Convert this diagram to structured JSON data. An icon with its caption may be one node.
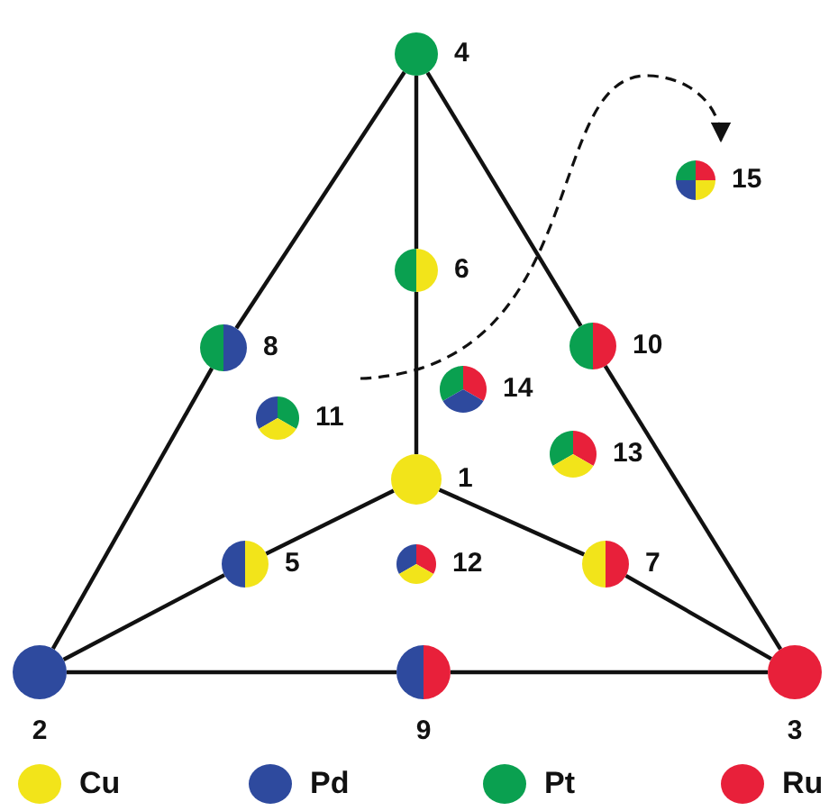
{
  "diagram": {
    "nodes": [
      {
        "text": [
          "4"
        ]
      },
      {
        "text": [
          "6"
        ]
      },
      {
        "text": [
          "15"
        ]
      },
      {
        "text": [
          "8"
        ]
      },
      {
        "text": [
          "10"
        ]
      },
      {
        "text": [
          "14"
        ]
      },
      {
        "text": [
          "11"
        ]
      },
      {
        "text": [
          "13"
        ]
      },
      {
        "text": [
          "1"
        ]
      },
      {
        "text": [
          "5"
        ]
      },
      {
        "text": [
          "12"
        ]
      },
      {
        "text": [
          "7"
        ]
      },
      {
        "text": [
          "2"
        ]
      },
      {
        "text": [
          "9"
        ]
      },
      {
        "text": [
          "3"
        ]
      }
    ],
    "edges": [
      {
        "from": 0,
        "to": 3,
        "arrow": "none"
      },
      {
        "from": 3,
        "to": 12,
        "arrow": "none"
      },
      {
        "from": 0,
        "to": 4,
        "arrow": "none"
      },
      {
        "from": 4,
        "to": 14,
        "arrow": "none"
      },
      {
        "from": 0,
        "to": 1,
        "arrow": "none"
      },
      {
        "from": 1,
        "to": 8,
        "arrow": "none"
      },
      {
        "from": 8,
        "to": 9,
        "arrow": "none"
      },
      {
        "from": 9,
        "to": 12,
        "arrow": "none"
      },
      {
        "from": 8,
        "to": 11,
        "arrow": "none"
      },
      {
        "from": 11,
        "to": 14,
        "arrow": "none"
      },
      {
        "from": 12,
        "to": 13,
        "arrow": "none"
      },
      {
        "from": 13,
        "to": 14,
        "arrow": "none"
      },
      {
        "from": null,
        "to": 2,
        "arrow": "to",
        "style": "dashed"
      }
    ],
    "legend": [
      {
        "text": "Cu",
        "color": "#f2e41a"
      },
      {
        "text": "Pd",
        "color": "#2e4a9e"
      },
      {
        "text": "Pt",
        "color": "#0aa050"
      },
      {
        "text": "Ru",
        "color": "#e8203a"
      }
    ]
  }
}
